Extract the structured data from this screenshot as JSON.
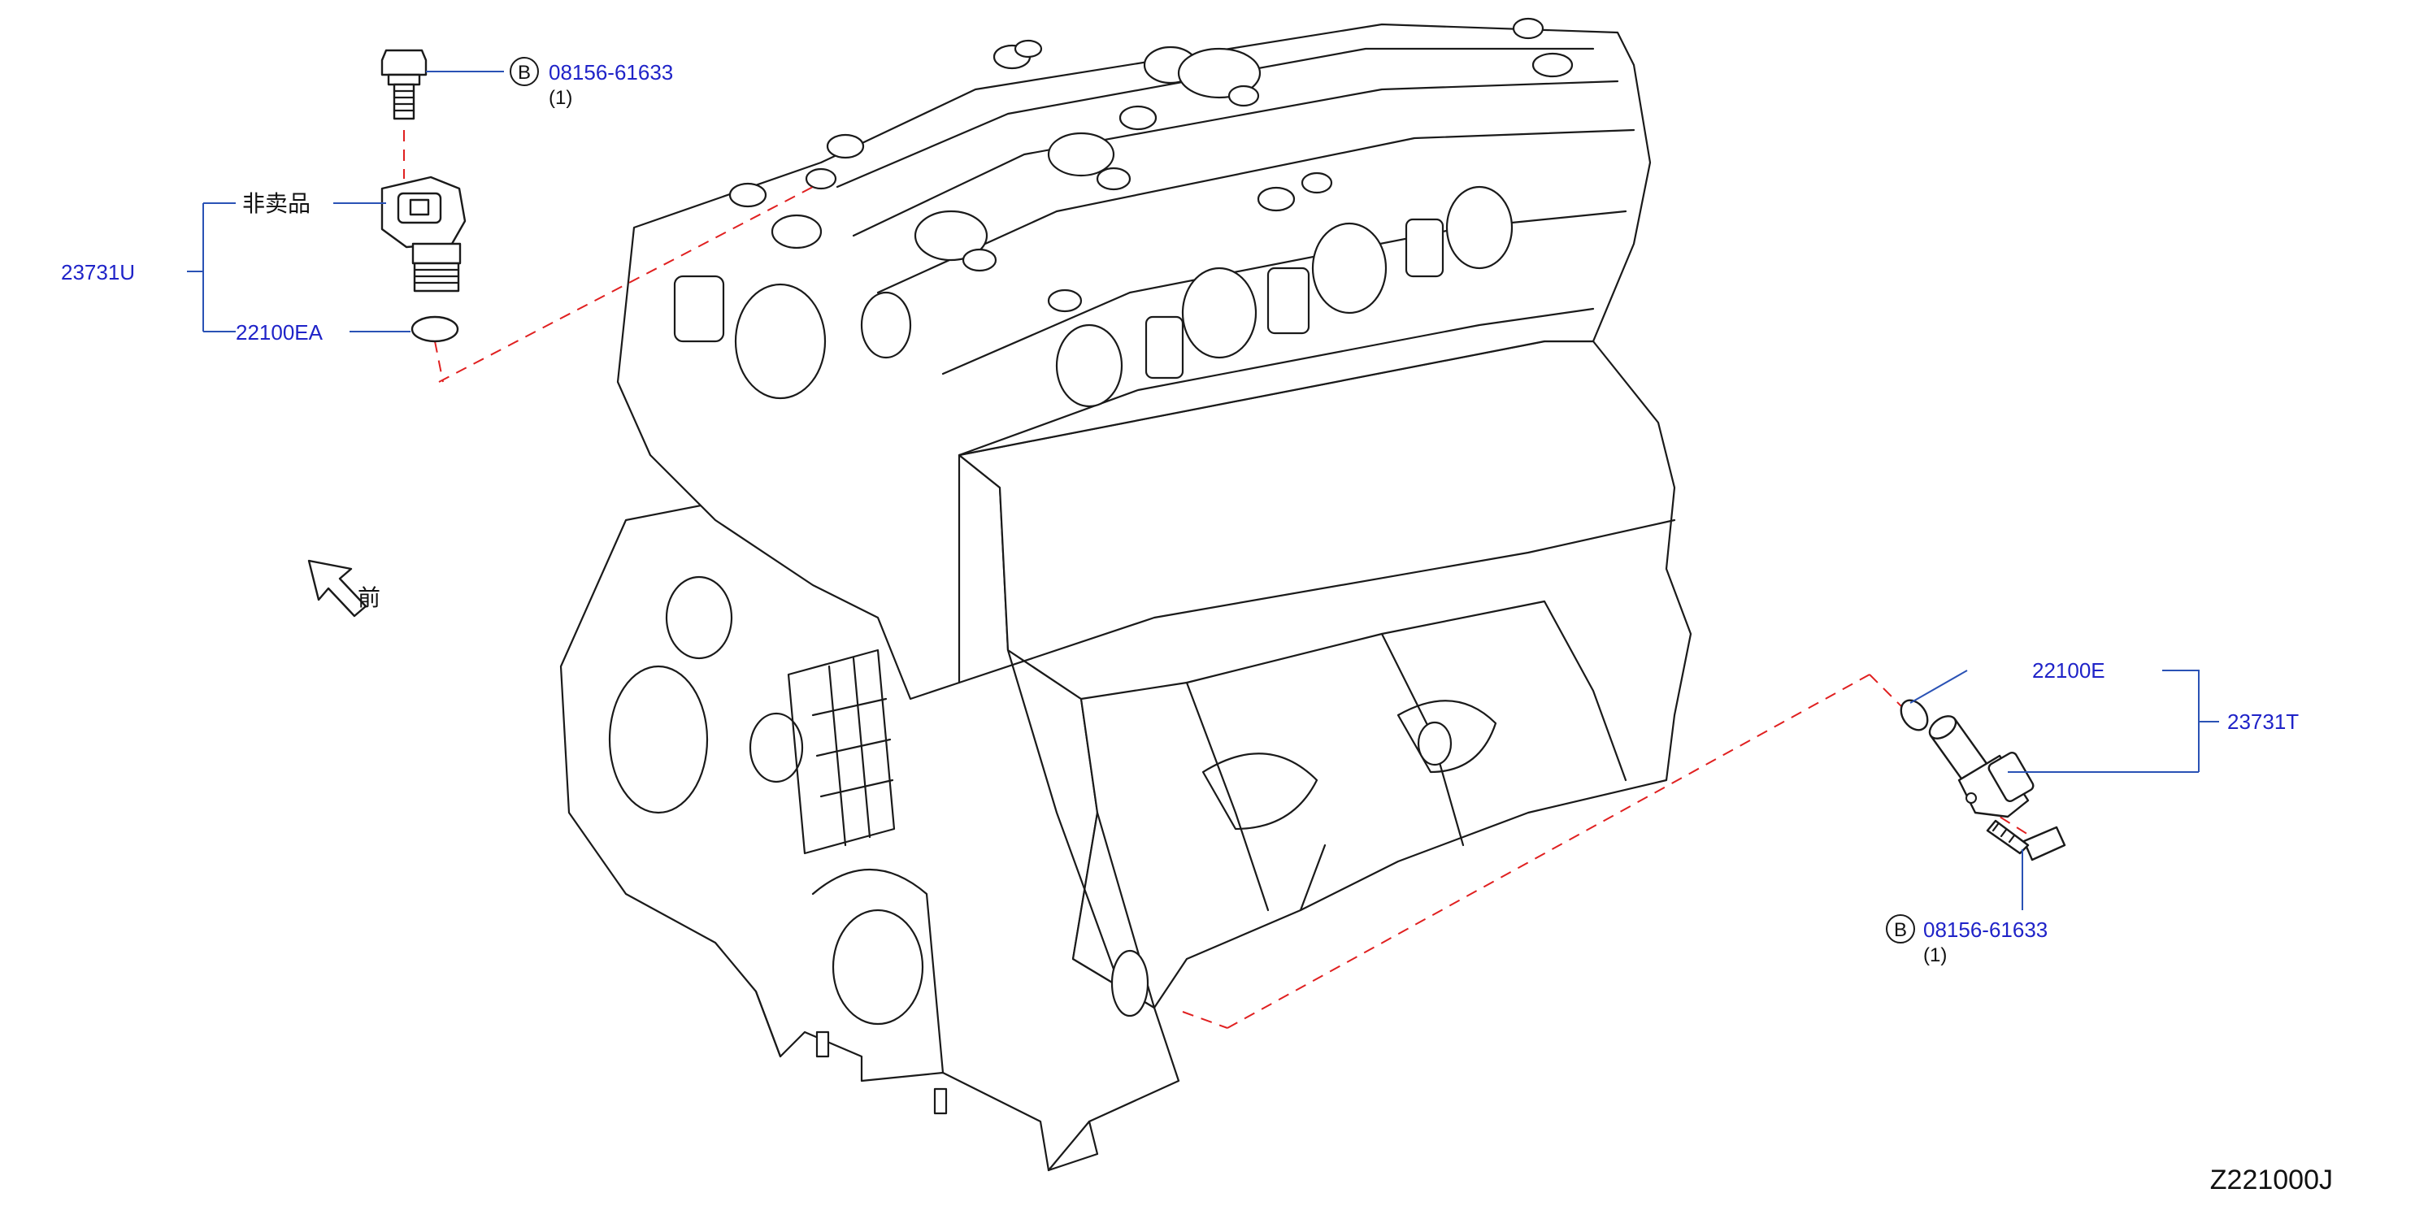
{
  "diagram": {
    "code": "Z221000J",
    "front_label": "前",
    "not_sold_label": "非卖品",
    "top_group": {
      "assembly_part": "23731U",
      "oring_part": "22100EA",
      "bolt_ref_letter": "B",
      "bolt_part": "08156-61633",
      "bolt_qty": "(1)"
    },
    "bottom_group": {
      "assembly_part": "23731T",
      "oring_part": "22100E",
      "bolt_ref_letter": "B",
      "bolt_part": "08156-61633",
      "bolt_qty": "(1)"
    },
    "colors": {
      "part_number_text": "#1f23c8",
      "leader_line": "#2a52b5",
      "dashed_guide": "#e02020",
      "linework": "#1a1a1a"
    },
    "icons": [
      "front-arrow-icon",
      "bolt-icon",
      "camshaft-sensor-icon",
      "crankshaft-sensor-icon",
      "o-ring-icon"
    ]
  }
}
